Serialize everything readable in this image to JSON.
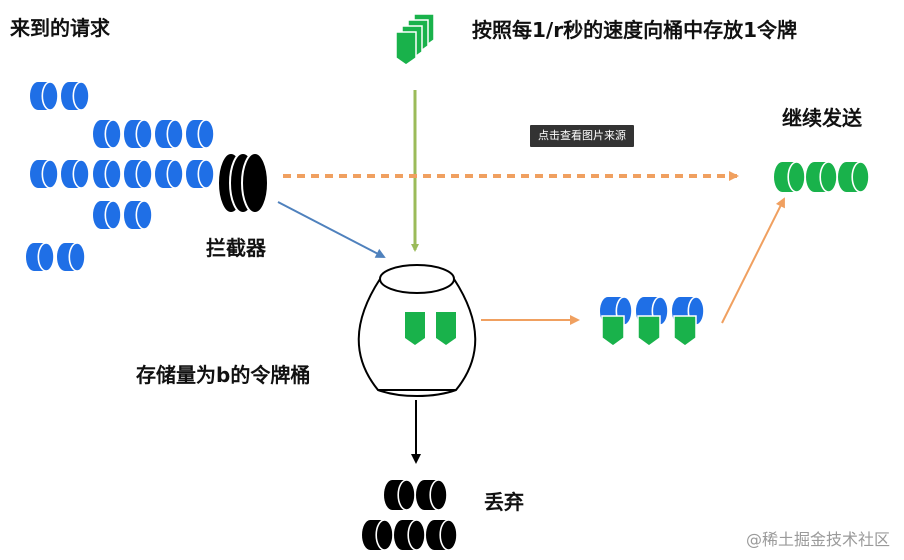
{
  "labels": {
    "incoming": "来到的请求",
    "rate": "按照每1/r秒的速度向桶中存放1令牌",
    "continue": "继续发送",
    "interceptor": "拦截器",
    "bucket": "存储量为b的令牌桶",
    "discard": "丢弃"
  },
  "tooltip": "点击查看图片来源",
  "watermark": "@稀土掘金技术社区",
  "colors": {
    "request": "#1f6fe6",
    "token": "#19b24b",
    "discarded": "#000000",
    "arrow_green": "#9bbb59",
    "arrow_orange": "#f0a060",
    "arrow_blue": "#4f81bd",
    "arrow_black": "#000000"
  },
  "icons": [
    "cylinder-request",
    "token-flag",
    "bucket-barrel",
    "interceptor-discs"
  ]
}
